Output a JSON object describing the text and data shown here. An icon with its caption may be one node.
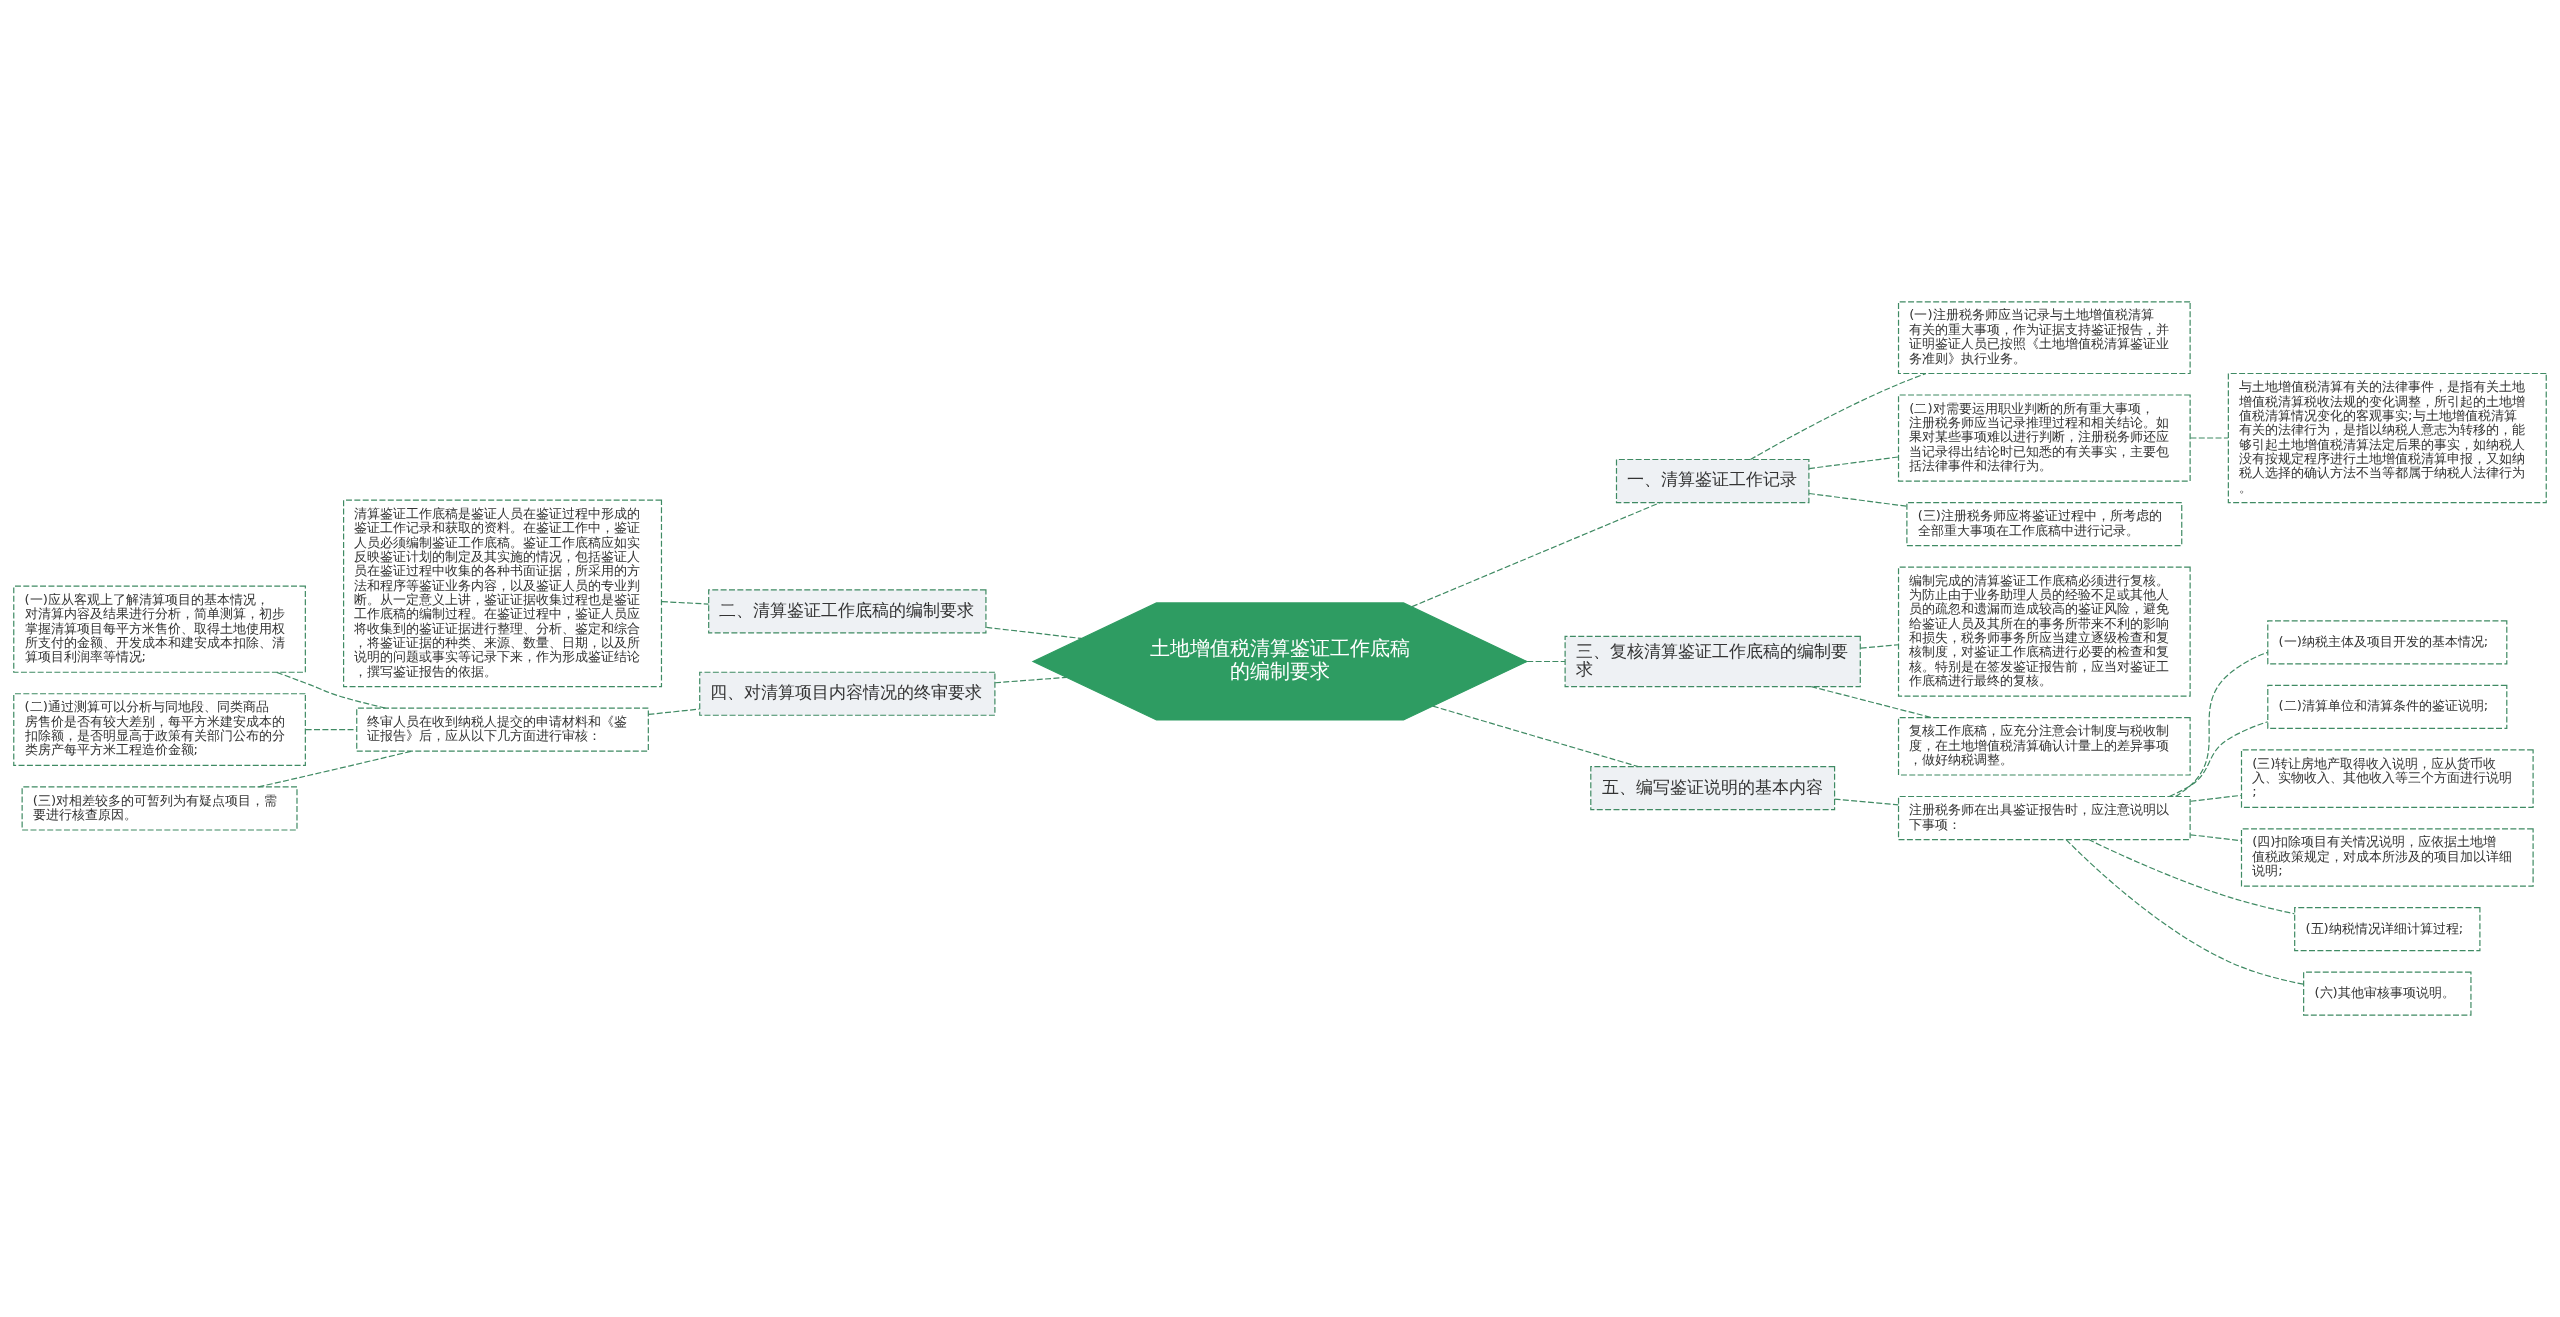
{
  "diagram": {
    "nodes": [
      {
        "text": [
          "土地增值税清算鉴证工作底稿的编制要求"
        ]
      },
      {
        "text": [
          "一、清算鉴证工作记录"
        ]
      },
      {
        "text": [
          "(一)注册税务师应当记录与土地增值税清算有关的重大事项，作为证据支持鉴证报告，并证明鉴证人员已按照《土地增值税清算鉴证业务准则》执行业务。"
        ]
      },
      {
        "text": [
          "(二)对需要运用职业判断的所有重大事项，注册税务师应当记录推理过程和相关结论。如果对某些事项难以进行判断，注册税务师还应当记录得出结论时已知悉的有关事实，主要包括法律事件和法律行为。"
        ]
      },
      {
        "text": [
          "与土地增值税清算有关的法律事件，是指有关土地增值税清算税收法规的变化调整，所引起的土地增值税清算情况变化的客观事实;与土地增值税清算有关的法律行为，是指以纳税人意志为转移的，能够引起土地增值税清算法定后果的事实，如纳税人没有按规定程序进行土地增值税清算申报，又如纳税人选择的确认方法不当等都属于纳税人法律行为。"
        ]
      },
      {
        "text": [
          "(三)注册税务师应将鉴证过程中，所考虑的全部重大事项在工作底稿中进行记录。"
        ]
      },
      {
        "text": [
          "二、清算鉴证工作底稿的编制要求"
        ]
      },
      {
        "text": [
          "清算鉴证工作底稿是鉴证人员在鉴证过程中形成的鉴证工作记录和获取的资料。在鉴证工作中，鉴证人员必须编制鉴证工作底稿。鉴证工作底稿应如实反映鉴证计划的制定及其实施的情况，包括鉴证人员在鉴证过程中收集的各种书面证据，所采用的方法和程序等鉴证业务内容，以及鉴证人员的专业判断。从一定意义上讲，鉴证证据收集过程也是鉴证工作底稿的编制过程。在鉴证过程中，鉴证人员应将收集到的鉴证证据进行整理、分析、鉴定和综合，将鉴证证据的种类、来源、数量、日期，以及所说明的问题或事实等记录下来，作为形成鉴证结论，撰写鉴证报告的依据。"
        ]
      },
      {
        "text": [
          "三、复核清算鉴证工作底稿的编制要求"
        ]
      },
      {
        "text": [
          "编制完成的清算鉴证工作底稿必须进行复核。为防止由于业务助理人员的经验不足或其他人员的疏忽和遗漏而造成较高的鉴证风险，避免给鉴证人员及其所在的事务所带来不利的影响和损失，税务师事务所应当建立逐级检查和复核制度，对鉴证工作底稿进行必要的检查和复核。特别是在签发鉴证报告前，应当对鉴证工作底稿进行最终的复核。"
        ]
      },
      {
        "text": [
          "复核工作底稿，应充分注意会计制度与税收制度，在土地增值税清算确认计量上的差异事项，做好纳税调整。"
        ]
      },
      {
        "text": [
          "四、对清算项目内容情况的终审要求"
        ]
      },
      {
        "text": [
          "终审人员在收到纳税人提交的申请材料和《鉴证报告》后，应从以下几方面进行审核："
        ]
      },
      {
        "text": [
          "(一)应从客观上了解清算项目的基本情况，对清算内容及结果进行分析，简单测算，初步掌握清算项目每平方米售价、取得土地使用权所支付的金额、开发成本和建安成本扣除、清算项目利润率等情况;"
        ]
      },
      {
        "text": [
          "(二)通过测算可以分析与同地段、同类商品房售价是否有较大差别，每平方米建安成本的扣除额，是否明显高于政策有关部门公布的分类房产每平方米工程造价金额;"
        ]
      },
      {
        "text": [
          "(三)对相差较多的可暂列为有疑点项目，需要进行核查原因。"
        ]
      },
      {
        "text": [
          "五、编写鉴证说明的基本内容"
        ]
      },
      {
        "text": [
          "注册税务师在出具鉴证报告时，应注意说明以下事项："
        ]
      },
      {
        "text": [
          "(一)纳税主体及项目开发的基本情况;"
        ]
      },
      {
        "text": [
          "(二)清算单位和清算条件的鉴证说明;"
        ]
      },
      {
        "text": [
          "(三)转让房地产取得收入说明，应从货币收入、实物收入、其他收入等三个方面进行说明;"
        ]
      },
      {
        "text": [
          "(四)扣除项目有关情况说明，应依据土地增值税政策规定，对成本所涉及的项目加以详细说明;"
        ]
      },
      {
        "text": [
          "(五)纳税情况详细计算过程;"
        ]
      },
      {
        "text": [
          "(六)其他审核事项说明。"
        ]
      }
    ],
    "edges": [
      {
        "from": 0,
        "to": 1,
        "arrow": "none",
        "style": "dashed"
      },
      {
        "from": 1,
        "to": 2,
        "arrow": "none",
        "style": "dashed"
      },
      {
        "from": 1,
        "to": 3,
        "arrow": "none",
        "style": "dashed"
      },
      {
        "from": 3,
        "to": 4,
        "arrow": "none",
        "style": "dashed"
      },
      {
        "from": 1,
        "to": 5,
        "arrow": "none",
        "style": "dashed"
      },
      {
        "from": 0,
        "to": 6,
        "arrow": "none",
        "style": "dashed"
      },
      {
        "from": 6,
        "to": 7,
        "arrow": "none",
        "style": "dashed"
      },
      {
        "from": 0,
        "to": 8,
        "arrow": "none",
        "style": "dashed"
      },
      {
        "from": 8,
        "to": 9,
        "arrow": "none",
        "style": "dashed"
      },
      {
        "from": 8,
        "to": 10,
        "arrow": "none",
        "style": "dashed"
      },
      {
        "from": 0,
        "to": 11,
        "arrow": "none",
        "style": "dashed"
      },
      {
        "from": 11,
        "to": 12,
        "arrow": "none",
        "style": "dashed"
      },
      {
        "from": 12,
        "to": 13,
        "arrow": "none",
        "style": "dashed"
      },
      {
        "from": 12,
        "to": 14,
        "arrow": "none",
        "style": "dashed"
      },
      {
        "from": 12,
        "to": 15,
        "arrow": "none",
        "style": "dashed"
      },
      {
        "from": 0,
        "to": 16,
        "arrow": "none",
        "style": "dashed"
      },
      {
        "from": 16,
        "to": 17,
        "arrow": "none",
        "style": "dashed"
      },
      {
        "from": 17,
        "to": 18,
        "arrow": "none",
        "style": "dashed"
      },
      {
        "from": 17,
        "to": 19,
        "arrow": "none",
        "style": "dashed"
      },
      {
        "from": 17,
        "to": 20,
        "arrow": "none",
        "style": "dashed"
      },
      {
        "from": 17,
        "to": 21,
        "arrow": "none",
        "style": "dashed"
      },
      {
        "from": 17,
        "to": 22,
        "arrow": "none",
        "style": "dashed"
      },
      {
        "from": 17,
        "to": 23,
        "arrow": "none",
        "style": "dashed"
      }
    ]
  }
}
